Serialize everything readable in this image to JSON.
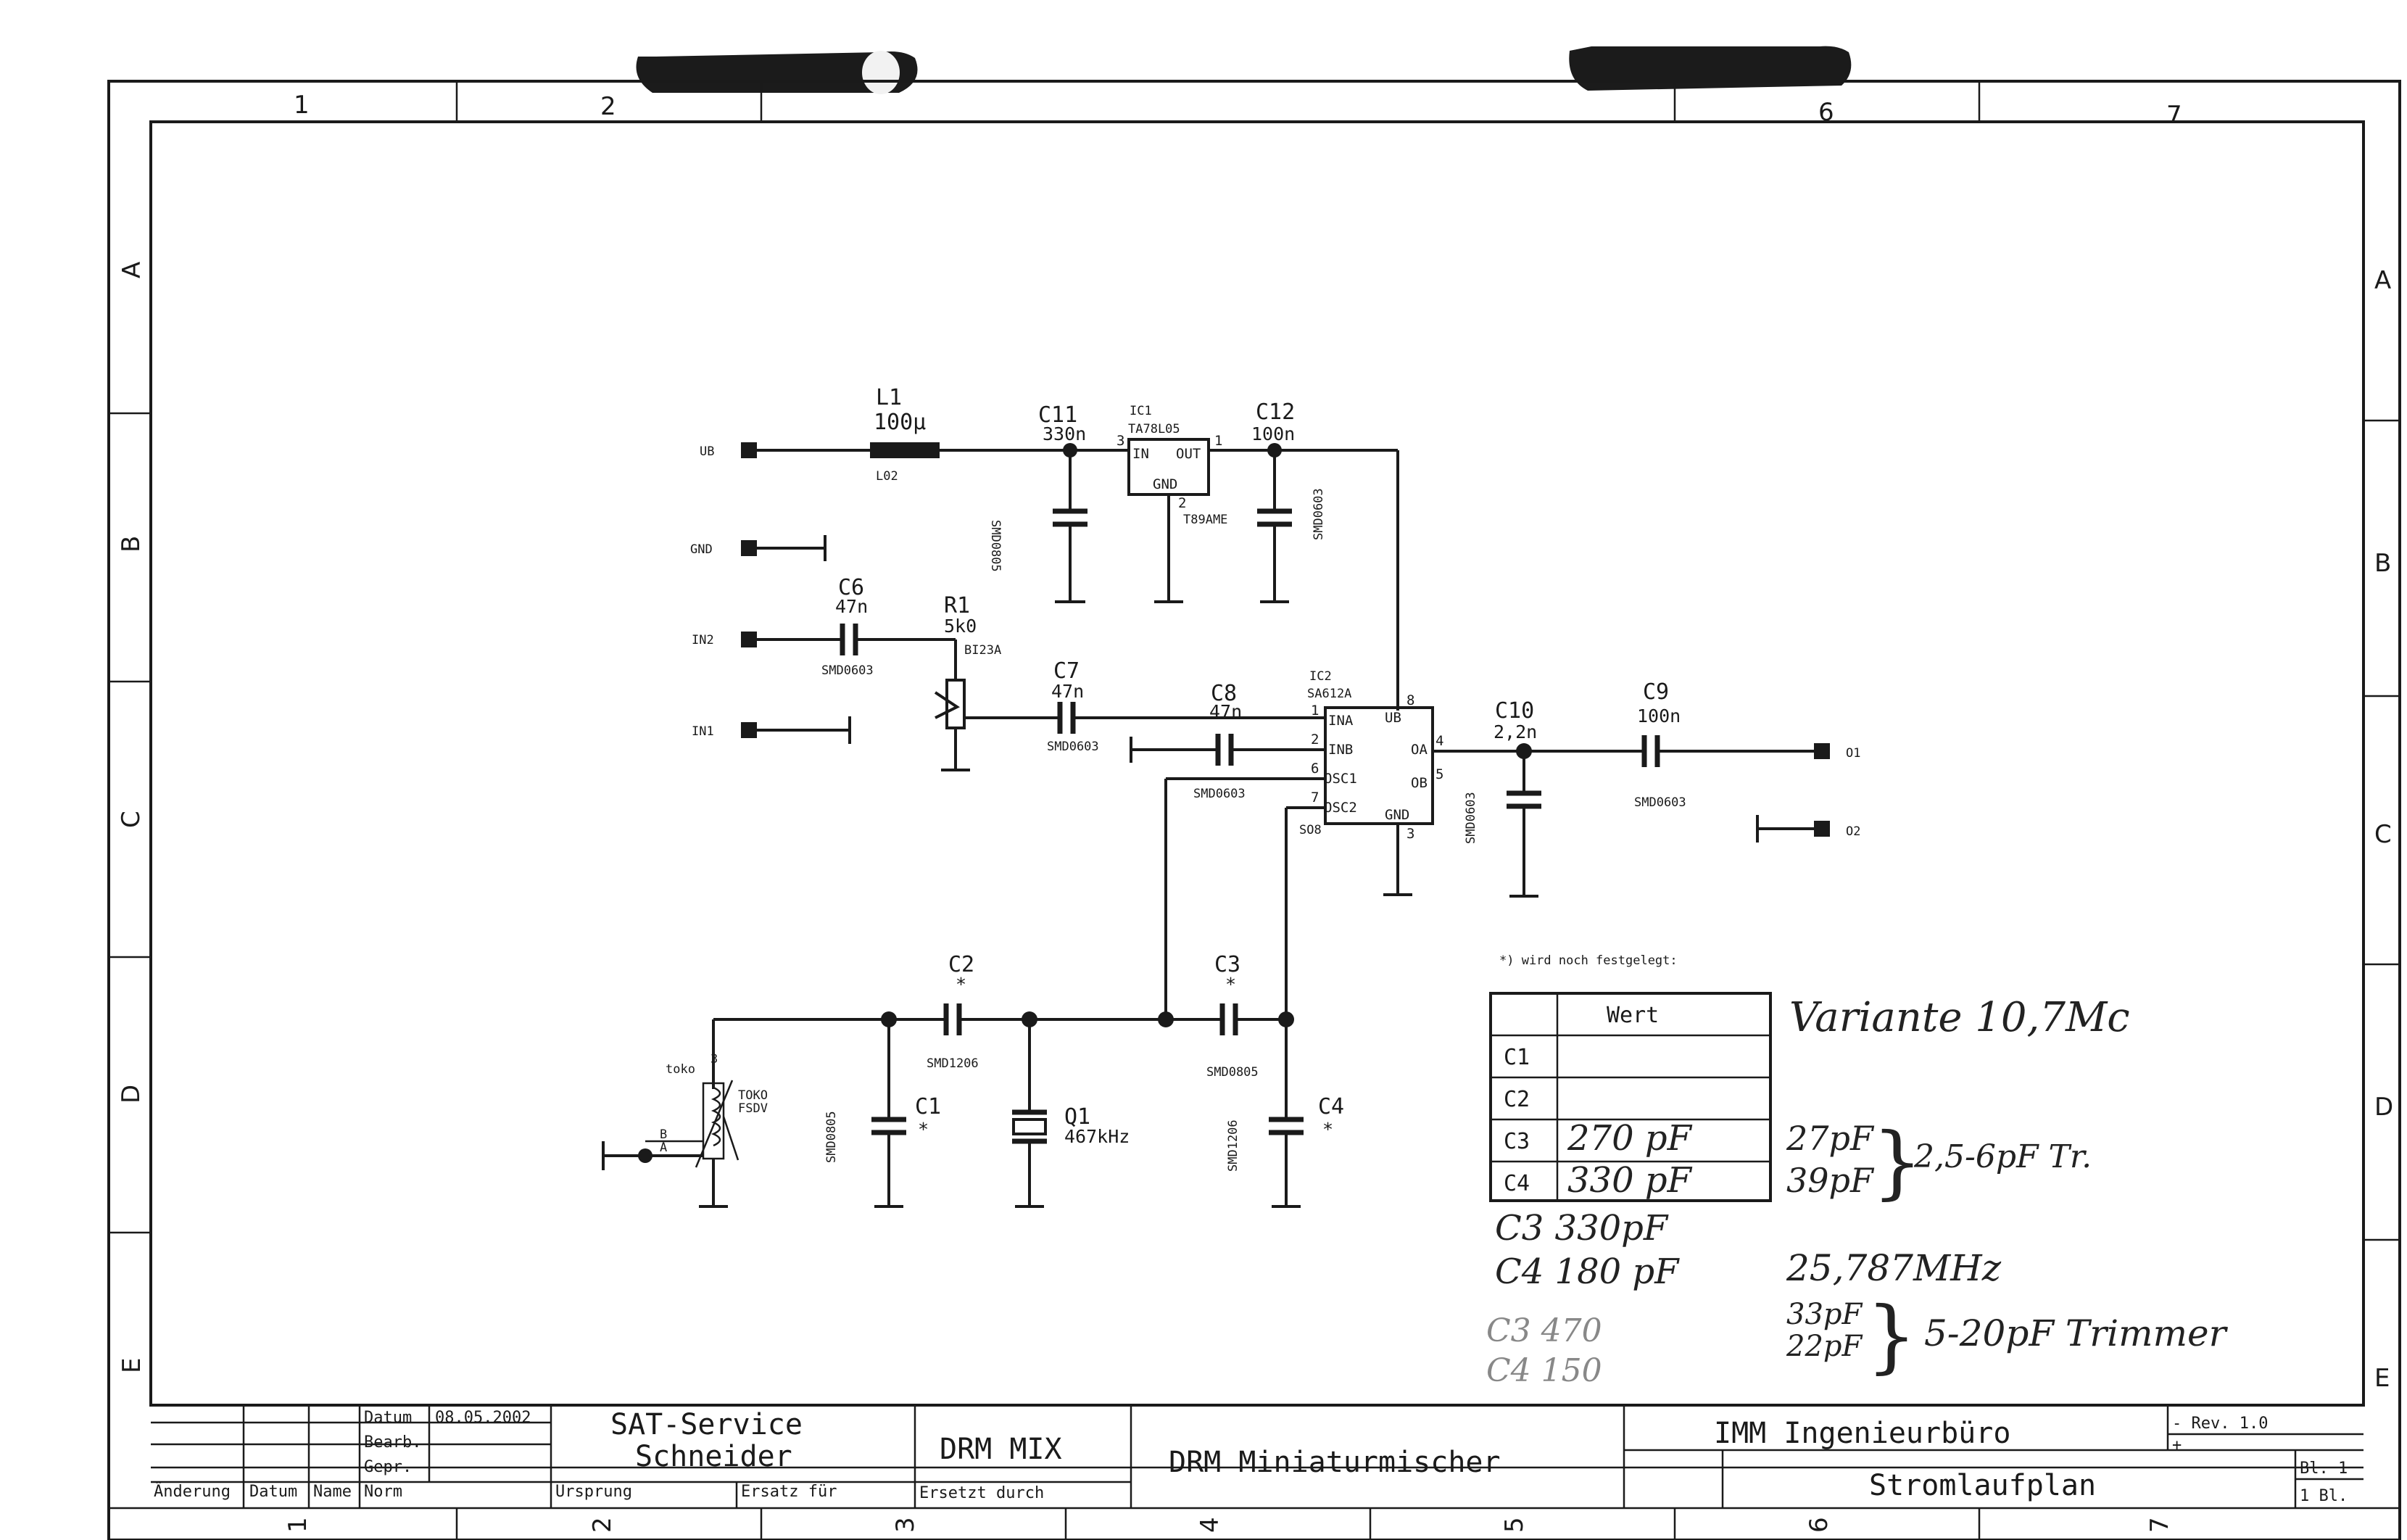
{
  "grid": {
    "columns": [
      "1",
      "2",
      "3",
      "4",
      "5",
      "6",
      "7"
    ],
    "rows": [
      "A",
      "B",
      "C",
      "D",
      "E"
    ]
  },
  "connectors": {
    "ub": "UB",
    "gnd": "GND",
    "in2": "IN2",
    "in1": "IN1",
    "o1": "O1",
    "o2": "O2"
  },
  "components": {
    "l1": {
      "ref": "L1",
      "value": "100µ",
      "package": "L02"
    },
    "c11": {
      "ref": "C11",
      "value": "330n",
      "package": "SMD0805"
    },
    "ic1": {
      "ref": "IC1",
      "part": "TA78L05",
      "pin_in": "IN",
      "pin_out": "OUT",
      "pin_gnd": "GND",
      "n3": "3",
      "n1": "1",
      "n2": "2",
      "package": "T89AME"
    },
    "c12": {
      "ref": "C12",
      "value": "100n",
      "package": "SMD0603"
    },
    "c6": {
      "ref": "C6",
      "value": "47n",
      "package": "SMD0603"
    },
    "r1": {
      "ref": "R1",
      "value": "5k0",
      "package": "BI23A"
    },
    "c7": {
      "ref": "C7",
      "value": "47n",
      "package": "SMD0603"
    },
    "c8": {
      "ref": "C8",
      "value": "47n",
      "package": "SMD0603"
    },
    "ic2": {
      "ref": "IC2",
      "part": "SA612A",
      "package": "SO8",
      "pins": {
        "ina": "INA",
        "inb": "INB",
        "osc1": "OSC1",
        "osc2": "OSC2",
        "ub": "UB",
        "oa": "OA",
        "ob": "OB",
        "gnd": "GND"
      },
      "nums": {
        "n1": "1",
        "n2": "2",
        "n6": "6",
        "n7": "7",
        "n8": "8",
        "n4": "4",
        "n5": "5",
        "n3": "3"
      }
    },
    "c10": {
      "ref": "C10",
      "value": "2,2n",
      "package": "SMD0603"
    },
    "c9": {
      "ref": "C9",
      "value": "100n",
      "package": "SMD0603"
    },
    "c2": {
      "ref": "C2",
      "value": "*",
      "package": "SMD1206"
    },
    "c3": {
      "ref": "C3",
      "value": "*",
      "package": "SMD0805"
    },
    "c1": {
      "ref": "C1",
      "value": "*",
      "package": "SMD0805"
    },
    "c4": {
      "ref": "C4",
      "value": "*",
      "package": "SMD1206"
    },
    "q1": {
      "ref": "Q1",
      "value": "467kHz"
    },
    "toko": {
      "label": "toko",
      "part_line1": "TOKO",
      "part_line2": "FSDV",
      "pin_b": "B",
      "pin_a": "A",
      "pin_3": "3"
    }
  },
  "note": "*) wird noch festgelegt:",
  "value_table": {
    "header": "Wert",
    "rows": [
      {
        "ref": "C1",
        "value": ""
      },
      {
        "ref": "C2",
        "value": ""
      },
      {
        "ref": "C3",
        "value": "270 pF"
      },
      {
        "ref": "C4",
        "value": "330 pF"
      }
    ]
  },
  "handwritten": {
    "variant": "Variante 10,7Mc",
    "c3_note": "27pF",
    "c4_note": "39pF",
    "trimmer1": "2,5-6pF Tr.",
    "c3_alt": "C3 330pF",
    "c4_alt": "C4 180 pF",
    "freq": "25,787MHz",
    "cap_a": "33pF",
    "cap_b": "22pF",
    "trimmer2": "5-20pF Trimmer",
    "faint1": "C3 470",
    "faint2": "C4 150"
  },
  "title_block": {
    "datum_label": "Datum",
    "date": "08.05.2002",
    "bearb_label": "Bearb.",
    "gepr_label": "Gepr.",
    "norm_label": "Norm",
    "aenderung": "Änderung",
    "datum2": "Datum",
    "name": "Name",
    "company_line1": "SAT-Service",
    "company_line2": "Schneider",
    "project": "DRM MIX",
    "title": "DRM Miniaturmischer",
    "firm": "IMM Ingenieurbüro",
    "doc_type": "Stromlaufplan",
    "rev": "- Rev. 1.0",
    "plus": "+",
    "sheet": "Bl. 1",
    "sheets": "1 Bl.",
    "ursprung": "Ursprung",
    "ersatz_fuer": "Ersatz für",
    "ersetzt_durch": "Ersetzt durch"
  }
}
